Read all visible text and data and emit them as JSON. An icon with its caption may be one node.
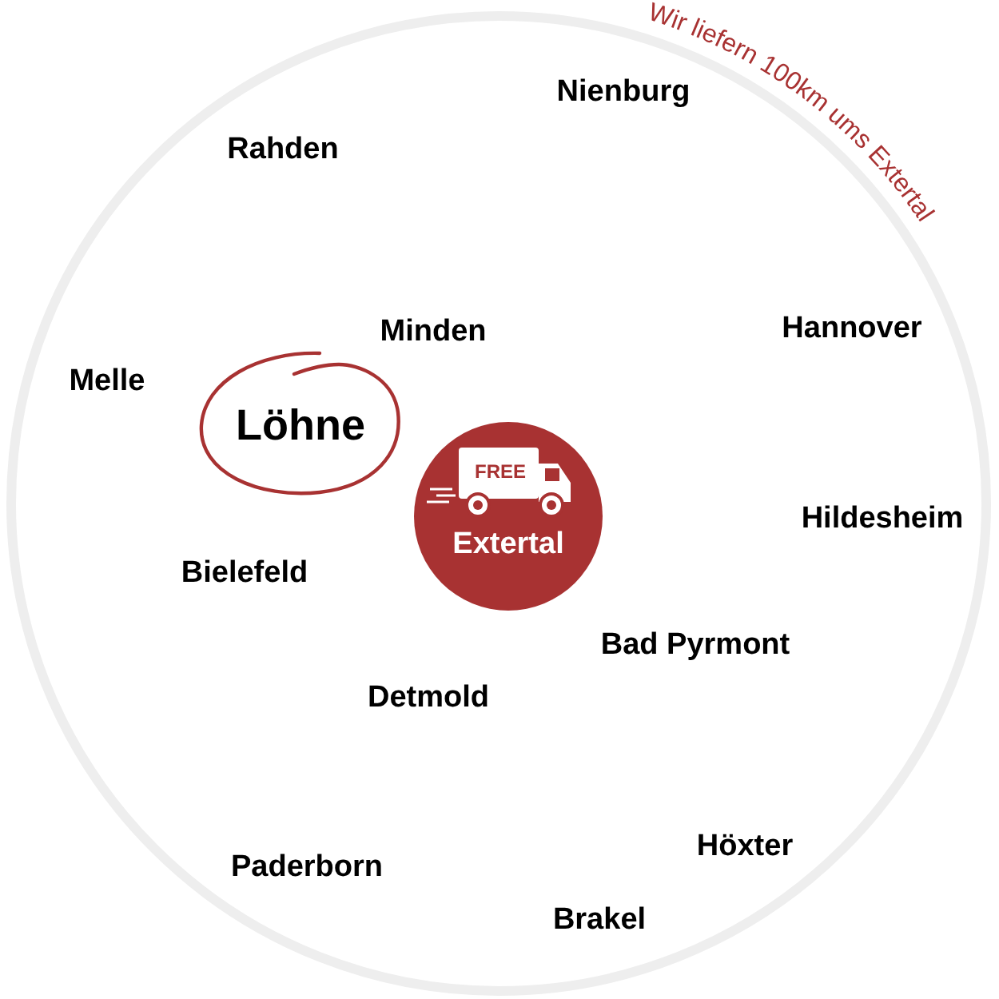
{
  "diagram": {
    "nodes": [
      {
        "text": [
          "Löhne"
        ]
      },
      {
        "text": [
          "FREE",
          "Extertal"
        ]
      }
    ],
    "labels": [
      "Nienburg",
      "Rahden",
      "Minden",
      "Hannover",
      "Melle",
      "Hildesheim",
      "Bielefeld",
      "Bad Pyrmont",
      "Detmold",
      "Höxter",
      "Paderborn",
      "Brakel",
      "Wir liefern 100km ums Extertal"
    ]
  }
}
